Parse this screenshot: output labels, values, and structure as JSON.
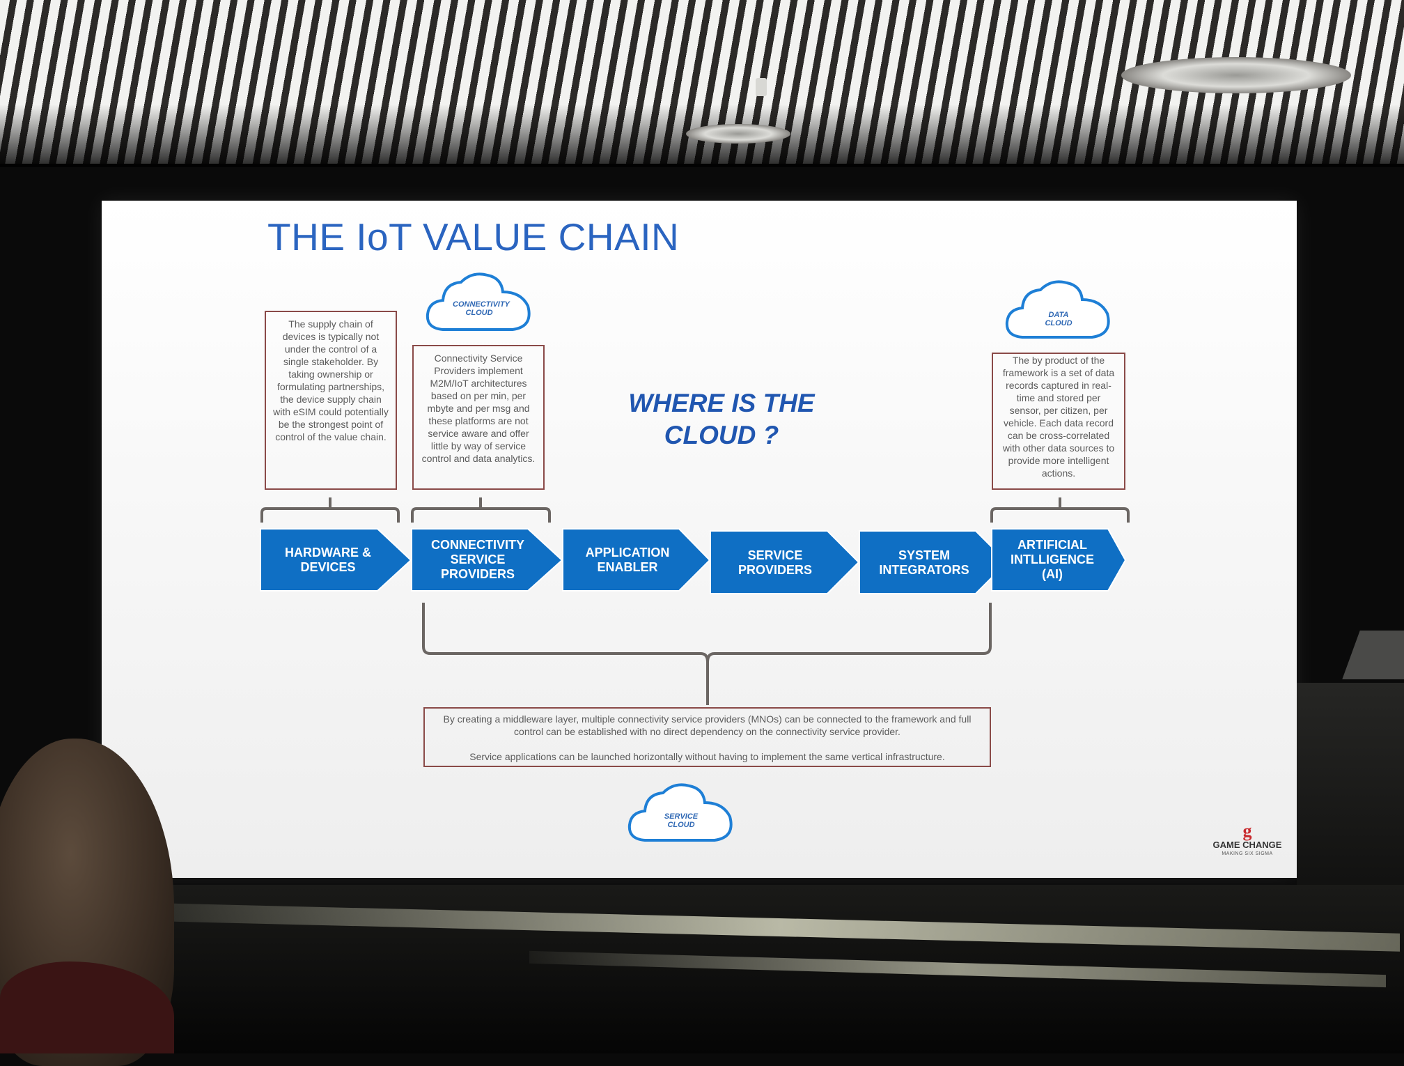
{
  "slide": {
    "title": "THE IoT VALUE  CHAIN",
    "center_question": "WHERE IS THE CLOUD ?"
  },
  "clouds": {
    "connectivity": "CONNECTIVITY CLOUD",
    "data": "DATA CLOUD",
    "service": "SERVICE CLOUD"
  },
  "boxes": {
    "hardware_text": "The supply chain of devices is typically not under the control of a single stakeholder. By taking ownership or formulating partnerships, the device supply chain with eSIM could potentially be the strongest point of control of the value chain.",
    "connectivity_text": "Connectivity Service Providers implement M2M/IoT architectures based on per min, per mbyte and per msg and these platforms are not service aware and offer little by way of service control and data analytics.",
    "ai_text": "The by product of the framework is a set of data records captured in real-time and stored per sensor, per citizen, per vehicle. Each data record can be cross-correlated with other data sources to provide more intelligent actions."
  },
  "chain": [
    {
      "label": "HARDWARE & DEVICES"
    },
    {
      "label": "CONNECTIVITY SERVICE PROVIDERS"
    },
    {
      "label": "APPLICATION ENABLER"
    },
    {
      "label": "SERVICE PROVIDERS"
    },
    {
      "label": "SYSTEM INTEGRATORS"
    },
    {
      "label": "ARTIFICIAL INTLLIGENCE (AI)"
    }
  ],
  "middleware": {
    "paragraph_1": "By creating a middleware layer, multiple connectivity service providers (MNOs) can be connected to the framework and full control can be established with no direct dependency on the connectivity service provider.",
    "paragraph_2": "Service applications can be launched horizontally without having to implement the same vertical infrastructure."
  },
  "brand": {
    "logo_letter": "g",
    "name": "GAME CHANGE",
    "tagline": "MAKING SIX SIGMA"
  },
  "colors": {
    "title_blue": "#2a64c0",
    "arrow_blue": "#0f6fc4",
    "box_border": "#8a4a48",
    "bracket_gray": "#6b6663",
    "cloud_stroke": "#1e7fd6",
    "logo_red": "#c8282c"
  }
}
